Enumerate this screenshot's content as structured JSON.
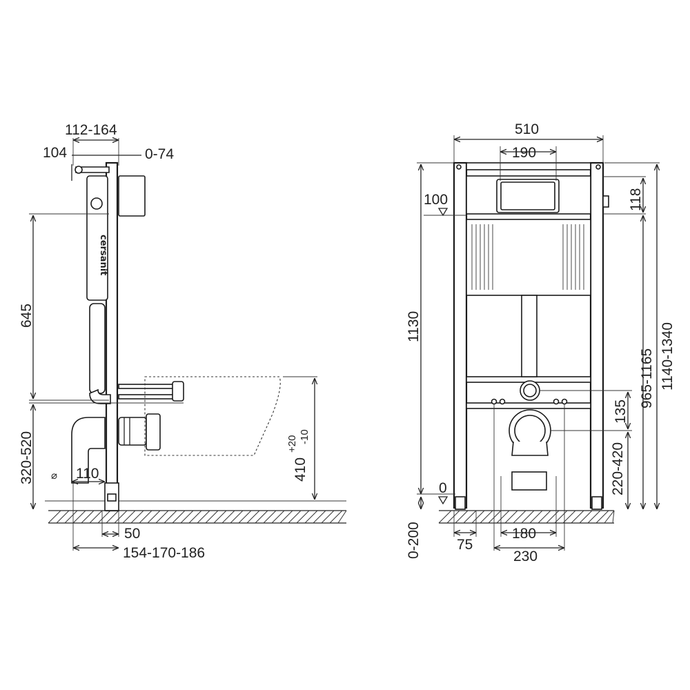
{
  "side_view": {
    "dims": {
      "depth_range": "112-164",
      "frame_depth": "104",
      "adjust": "0-74",
      "height_645": "645",
      "height_320_520": "320-520",
      "pipe_110": "110",
      "foot_50": "50",
      "range_154_186": "154-170-186",
      "bowl_height": "410",
      "tol_plus": "+20",
      "tol_minus": "-10",
      "diameter_symbol": "⌀"
    },
    "brand": "cersanit"
  },
  "front_view": {
    "dims": {
      "width_510": "510",
      "flush_190": "190",
      "level_100": "100",
      "flush_118": "118",
      "height_1130": "1130",
      "height_965_1165": "965-1165",
      "height_1140_1340": "1140-1340",
      "bolts_135": "135",
      "outlet_220_420": "220-420",
      "level_0": "0",
      "feet_0_200": "0-200",
      "foot_75": "75",
      "bolts_180": "180",
      "bolts_230": "230"
    }
  }
}
